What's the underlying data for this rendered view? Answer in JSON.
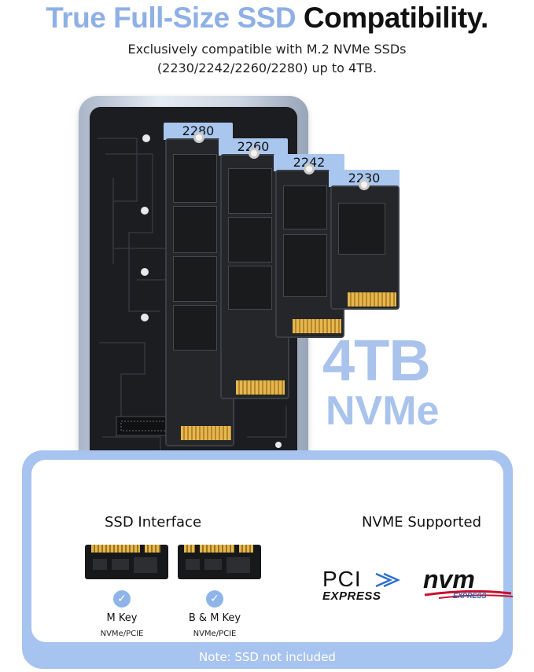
{
  "header": {
    "title_accent": "True Full-Size SSD",
    "title_rest": "Compatibility.",
    "subtitle_line1": "Exclusively compatible with M.2 NVMe SSDs",
    "subtitle_line2": "(2230/2242/2260/2280) up to 4TB."
  },
  "ssd_sizes": [
    "2280",
    "2260",
    "2242",
    "2230"
  ],
  "capacity_badge": {
    "line1": "4TB",
    "line2": "NVMe"
  },
  "panel": {
    "ssd_interface_title": "SSD Interface",
    "nvme_supported_title": "NVME Supported",
    "keys": [
      {
        "name": "M Key",
        "sub": "NVMe/PCIE"
      },
      {
        "name": "B & M Key",
        "sub": "NVMe/PCIE"
      }
    ],
    "logos": {
      "pci_top": "PCI",
      "pci_bottom": "EXPRESS",
      "nvm_top": "nvm",
      "nvm_bottom": "EXPRESS"
    },
    "note": "Note: SSD not included"
  },
  "colors": {
    "accent_blue": "#8fb0e6",
    "panel_blue": "#a7c3ef",
    "tab_blue": "#a9c6ee",
    "badge_blue": "#a9c3ec"
  },
  "icons": {
    "check": "check-circle-icon",
    "pci_arrow": "pci-express-arrow-icon",
    "nvm_swoosh": "nvm-swoosh-icon"
  }
}
